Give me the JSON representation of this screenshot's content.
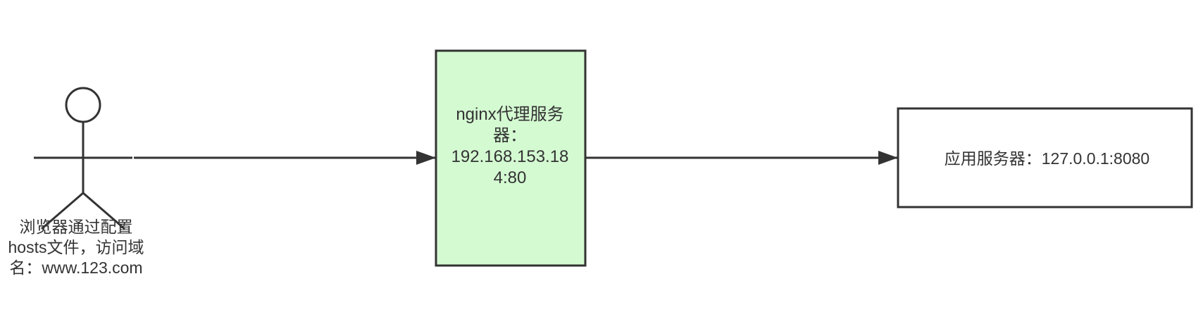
{
  "actor": {
    "label_lines": [
      "浏览器通过配置",
      "hosts文件，访问域",
      "名：www.123.com"
    ]
  },
  "proxy": {
    "label_lines": [
      "nginx代理服务",
      "器：",
      "192.168.153.18",
      "4:80"
    ],
    "fill": "#d4fad2"
  },
  "app_server": {
    "label": "应用服务器：127.0.0.1:8080"
  },
  "colors": {
    "stroke": "#333333",
    "text": "#333333"
  }
}
